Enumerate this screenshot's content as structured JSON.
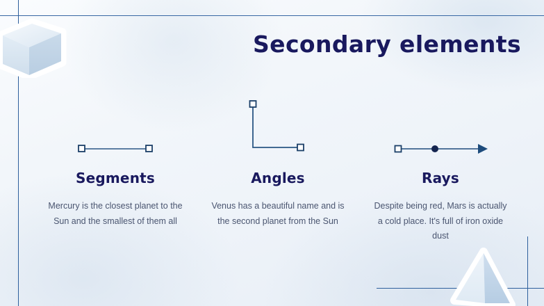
{
  "slide": {
    "title": "Secondary elements",
    "colors": {
      "title_navy": "#19195e",
      "body_gray_blue": "#4a5570",
      "frame_line_blue": "#2e5f9c",
      "figure_stroke": "#2a5684",
      "background_light": "#f2f6fa"
    },
    "decorations": [
      {
        "name": "cube-shape",
        "position": "top-left"
      },
      {
        "name": "pyramid-shape",
        "position": "bottom-right"
      },
      {
        "name": "frame-line-horizontal-top",
        "position": "top"
      },
      {
        "name": "frame-line-vertical-left",
        "position": "left"
      },
      {
        "name": "frame-line-horizontal-bottom",
        "position": "bottom-right"
      },
      {
        "name": "frame-line-vertical-right",
        "position": "bottom-right"
      }
    ],
    "columns": [
      {
        "icon": "segment-icon",
        "title": "Segments",
        "body": "Mercury is the closest planet to the Sun and the smallest of them all"
      },
      {
        "icon": "angle-icon",
        "title": "Angles",
        "body": "Venus has a beautiful name and is the second planet from the Sun"
      },
      {
        "icon": "ray-icon",
        "title": "Rays",
        "body": "Despite being red, Mars is actually a cold place. It's full of iron oxide dust"
      }
    ]
  }
}
